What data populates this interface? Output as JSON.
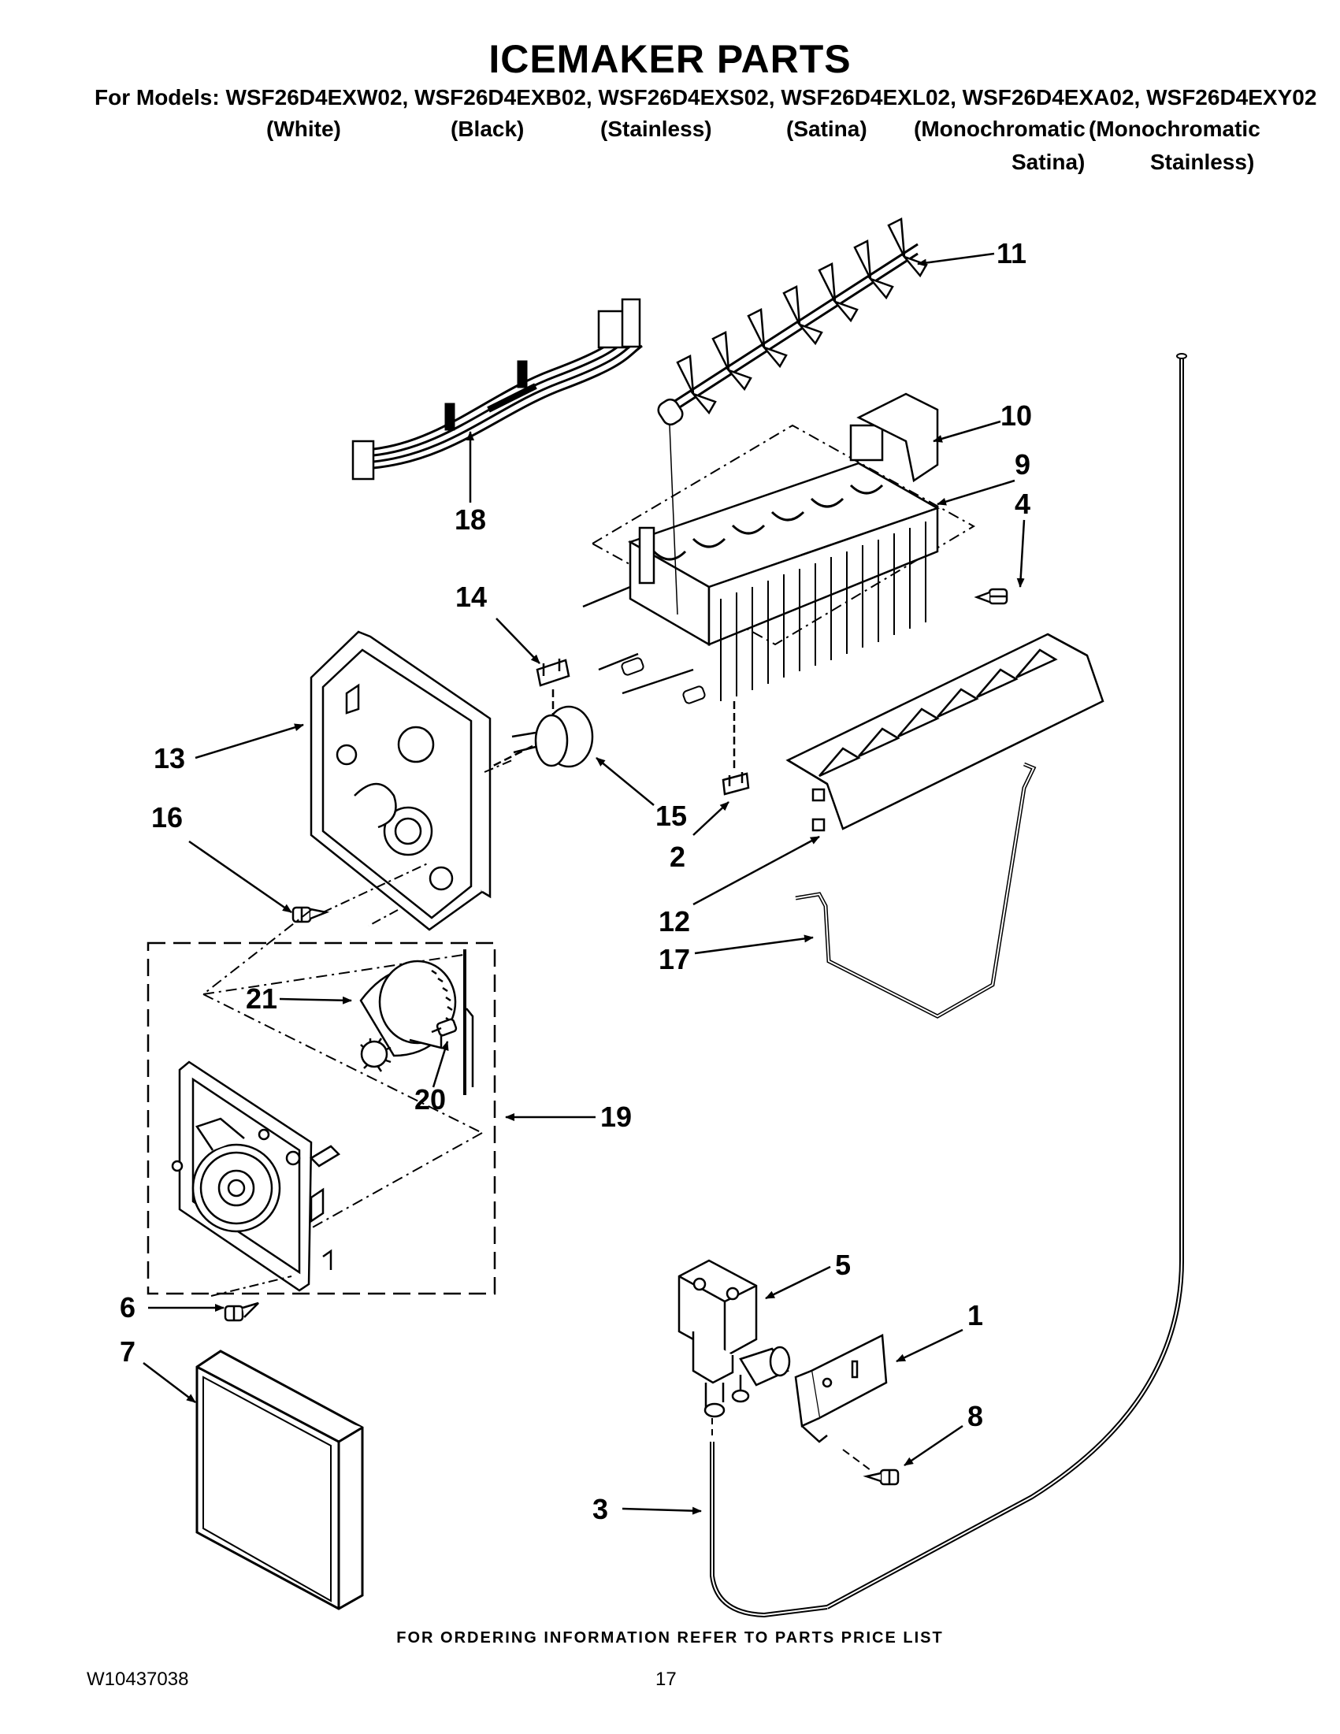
{
  "title": "ICEMAKER PARTS",
  "models_line": "For Models: WSF26D4EXW02, WSF26D4EXB02, WSF26D4EXS02, WSF26D4EXL02, WSF26D4EXA02, WSF26D4EXY02",
  "variants": [
    "(White)",
    "(Black)",
    "(Stainless)",
    "(Satina)",
    "(Monochromatic",
    "(Monochromatic"
  ],
  "variants_line2": [
    "Satina)",
    "Stainless)"
  ],
  "callouts": {
    "c1": "1",
    "c2": "2",
    "c3": "3",
    "c4": "4",
    "c5": "5",
    "c6": "6",
    "c7": "7",
    "c8": "8",
    "c9": "9",
    "c10": "10",
    "c11": "11",
    "c12": "12",
    "c13": "13",
    "c14": "14",
    "c15": "15",
    "c16": "16",
    "c17": "17",
    "c18": "18",
    "c19": "19",
    "c20": "20",
    "c21": "21"
  },
  "footer_note": "FOR ORDERING INFORMATION REFER TO PARTS PRICE LIST",
  "doc_number": "W10437038",
  "page_number": "17"
}
